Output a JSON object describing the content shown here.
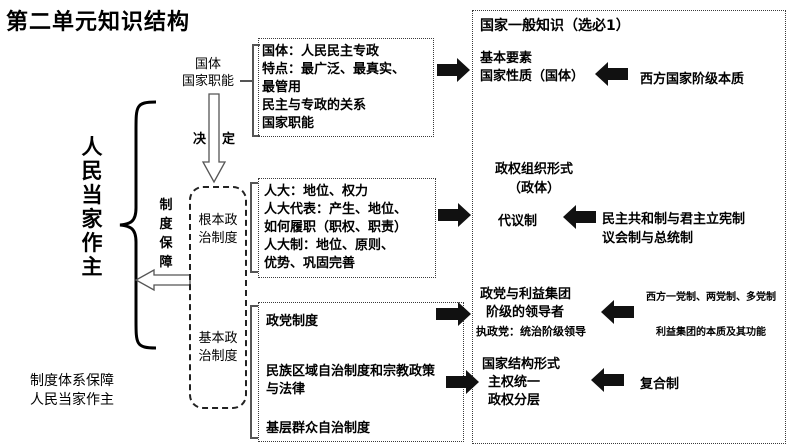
{
  "title": "第二单元知识结构",
  "left": {
    "main_vertical": "人民当家作主",
    "bottom_caption": [
      "制度体系保障",
      "人民当家作主"
    ],
    "guojia_zhineng": [
      "国体",
      "国家职能"
    ],
    "jueding": [
      "决",
      "定"
    ],
    "zhidu_baozhang": "制度保障",
    "genben_zhengzhi": [
      "根本政",
      "治制度"
    ],
    "jiben_zhengzhi": [
      "基本政",
      "治制度"
    ]
  },
  "mid": {
    "box1": [
      "国体：人民民主专政",
      "特点：最广泛、最真实、",
      "最管用",
      "民主与专政的关系",
      "国家职能"
    ],
    "box2": [
      "人大：地位、权力",
      "人大代表：产生、地位、",
      "如何履职（职权、职责）",
      "人大制：地位、原则、",
      "优势、巩固完善"
    ],
    "box3_a": "政党制度",
    "box3_b": [
      "民族区域自治制度和宗教政策",
      "与法律"
    ],
    "box3_c": "基层群众自治制度"
  },
  "right": {
    "header": "国家一般知识（选必1）",
    "r1": [
      "基本要素",
      "国家性质（国体）"
    ],
    "r1_side": "西方国家阶级本质",
    "r2": [
      "政权组织形式",
      "（政体）"
    ],
    "r2_main": "代议制",
    "r2_side": [
      "民主共和制与君主立宪制",
      "议会制与总统制"
    ],
    "r3": [
      "政党与利益集团",
      "阶级的领导者"
    ],
    "r3_sub": "执政党：统治阶级领导",
    "r3_side": [
      "西方一党制、两党制、多党制",
      "利益集团的本质及其功能"
    ],
    "r4": [
      "国家结构形式",
      "主权统一",
      "政权分层"
    ],
    "r4_side": "复合制"
  }
}
